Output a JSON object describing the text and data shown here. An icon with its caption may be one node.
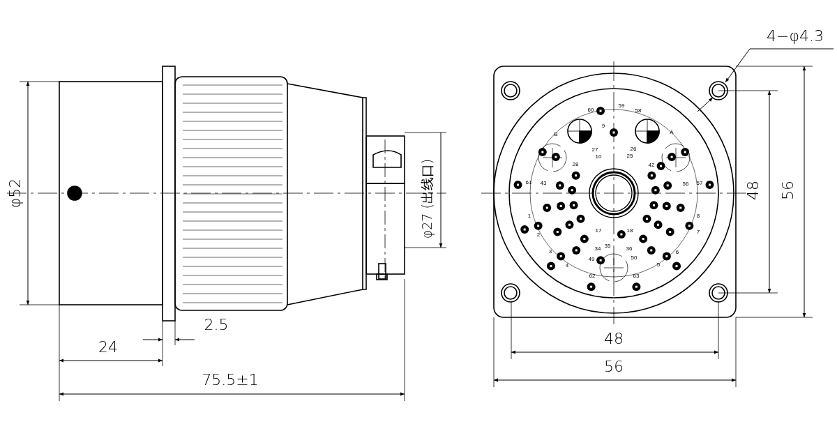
{
  "diagram": {
    "labels": [
      "4−φ4.3",
      "φ52",
      "φ27 (出线口)",
      "2.5",
      "24",
      "75.5±1",
      "48",
      "56",
      "48",
      "56",
      "60",
      "59",
      "58",
      "9",
      "B",
      "A",
      "27",
      "26",
      "10",
      "25",
      "28",
      "42",
      "61",
      "43",
      "56",
      "57",
      "1",
      "8",
      "2",
      "7",
      "3",
      "6",
      "4",
      "5",
      "17",
      "18",
      "34",
      "35",
      "36",
      "49",
      "50",
      "62",
      "63"
    ]
  }
}
